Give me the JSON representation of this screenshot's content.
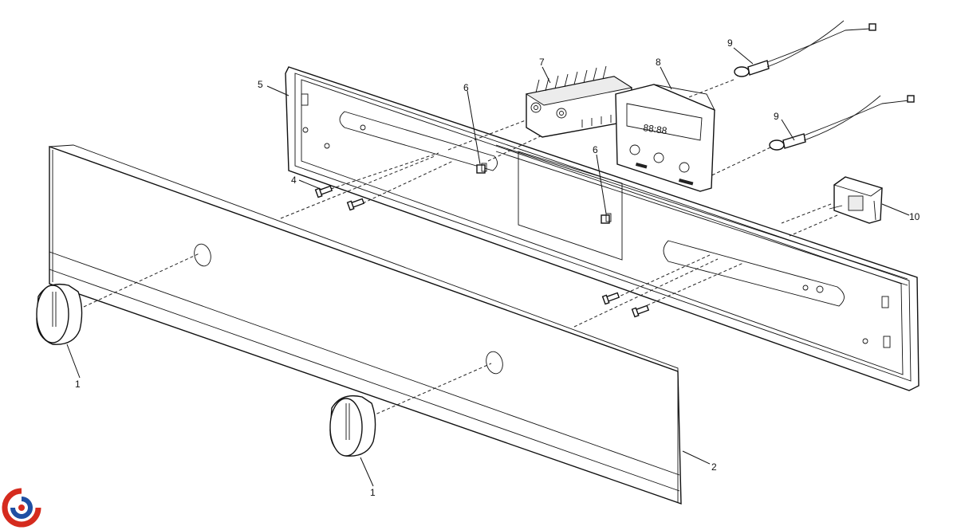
{
  "diagram": {
    "callouts": {
      "knob_left": "1",
      "knob_right": "1",
      "front_panel": "2",
      "screw": "4",
      "rear_panel": "5",
      "clip_left": "6",
      "clip_right": "6",
      "selector_switch": "7",
      "timer": "8",
      "lamp_upper": "9",
      "lamp_lower": "9",
      "rocker_switch": "10"
    },
    "timer_display": "88:88"
  },
  "logo": {
    "colors": [
      "#d52b1e",
      "#1f4fa3"
    ]
  }
}
